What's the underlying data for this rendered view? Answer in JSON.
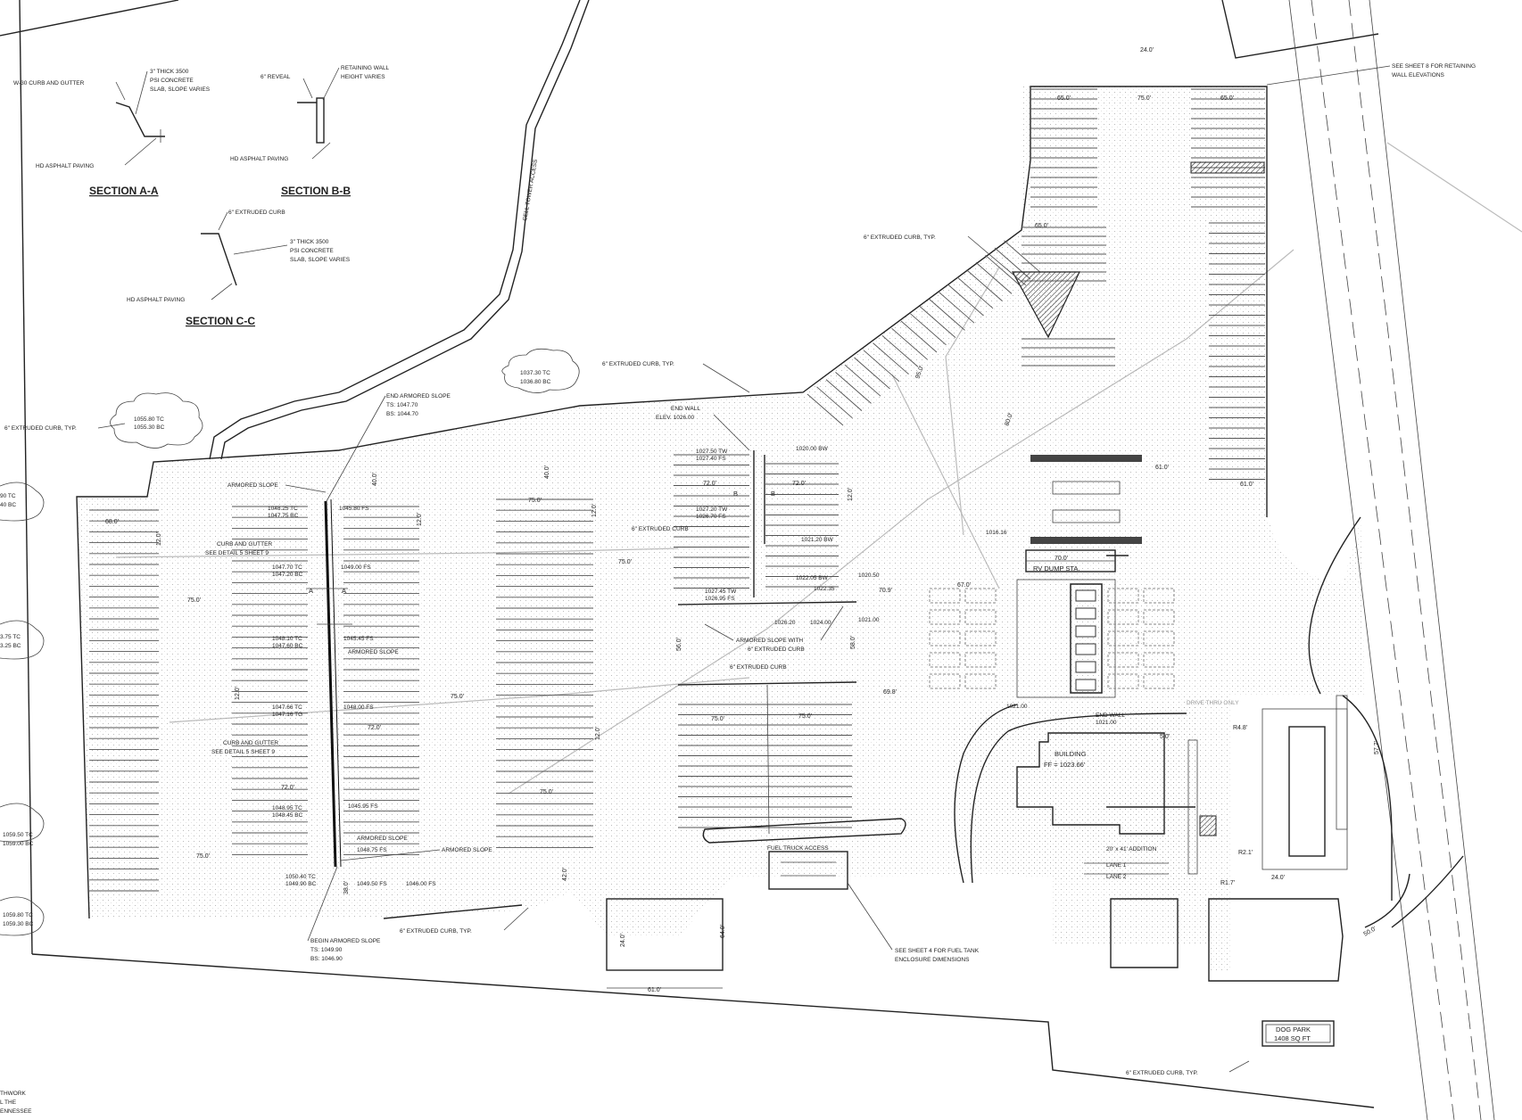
{
  "sections": {
    "aa": {
      "title": "SECTION A-A",
      "curb": "W-30 CURB AND GUTTER",
      "slab_1": "3\" THICK 3500",
      "slab_2": "PSI CONCRETE",
      "slab_3": "SLAB, SLOPE VARIES",
      "paving": "HD ASPHALT PAVING"
    },
    "bb": {
      "title": "SECTION B-B",
      "reveal": "6\" REVEAL",
      "wall_1": "RETAINING WALL",
      "wall_2": "HEIGHT VARIES",
      "paving": "HD ASPHALT PAVING"
    },
    "cc": {
      "title": "SECTION C-C",
      "curb": "6\" EXTRUDED CURB",
      "slab_1": "3\" THICK 3500",
      "slab_2": "PSI CONCRETE",
      "slab_3": "SLAB, SLOPE VARIES",
      "paving": "HD ASPHALT PAVING"
    }
  },
  "labels": {
    "cell_tower": "CELL TOWER ACCESS",
    "sheet8_1": "SEE SHEET 8 FOR RETAINING",
    "sheet8_2": "WALL ELEVATIONS",
    "curb_typ_ne": "6\" EXTRUDED CURB, TYP.",
    "curb_typ_mid": "6\" EXTRUDED CURB, TYP.",
    "curb_typ_w": "6\" EXTRUDED CURB, TYP.",
    "curb_typ_s": "6\" EXTRUDED CURB, TYP.",
    "curb_typ_se": "6\" EXTRUDED CURB, TYP.",
    "end_armored_1": "END ARMORED SLOPE",
    "end_armored_2": "TS: 1047.70",
    "end_armored_3": "BS: 1044.70",
    "armored_slope_1": "ARMORED SLOPE",
    "armored_slope_2": "ARMORED SLOPE",
    "armored_slope_3": "ARMORED SLOPE",
    "armored_slope_4": "ARMORED SLOPE",
    "curb_gutter_1a": "CURB AND GUTTER",
    "curb_gutter_1b": "SEE DETAIL 5 SHEET 9",
    "curb_gutter_2a": "CURB AND GUTTER",
    "curb_gutter_2b": "SEE DETAIL 5 SHEET 9",
    "begin_armored_1": "BEGIN ARMORED SLOPE",
    "begin_armored_2": "TS: 1049.90",
    "begin_armored_3": "BS: 1046.90",
    "end_wall_1": "END WALL",
    "end_wall_2": "ELEV. 1026.00",
    "extruded_curb_c": "6\" EXTRUDED CURB",
    "extruded_curb_d": "6\" EXTRUDED CURB",
    "armored_with_curb_1": "ARMORED SLOPE WITH",
    "armored_with_curb_2": "6\" EXTRUDED CURB",
    "fuel_truck": "FUEL TRUCK ACCESS",
    "fuel_note_1": "SEE SHEET 4 FOR FUEL TANK",
    "fuel_note_2": "ENCLOSURE DIMENSIONS",
    "rv_dump": "RV DUMP STA.",
    "building_1": "BUILDING",
    "building_2": "FF = 1023.66'",
    "addition": "20' x 41' ADDITION",
    "lane_1": "LANE 1",
    "lane_2": "LANE 2",
    "drive_thru": "DRIVE THRU ONLY",
    "dog_park_1": "DOG PARK",
    "dog_park_2": "1408 SQ FT",
    "corner_1": "THWORK",
    "corner_2": "L THE",
    "corner_3": "ENNESSEE"
  },
  "elevations": {
    "cloud_w1_tc": "1055.80 TC",
    "cloud_w1_bc": "1055.30 BC",
    "cloud_mid_tc": "1037.30 TC",
    "cloud_mid_bc": "1036.80 BC",
    "cloud_edge1_tc": "90 TC",
    "cloud_edge1_bc": "40 BC",
    "cloud_edge2_tc": "3.75 TC",
    "cloud_edge2_bc": "3.25 BC",
    "cloud_sw1_tc": "1059.50 TC",
    "cloud_sw1_bc": "1059.00 BC",
    "cloud_sw2_tc": "1059.80 TC",
    "cloud_sw2_bc": "1059.30 BC",
    "spot_1": "1048.25 TC",
    "spot_2": "1047.75 BC",
    "spot_3": "1045.80 FS",
    "spot_4": "1047.70 TC",
    "spot_5": "1047.20 BC",
    "spot_6": "1049.00 FS",
    "spot_7": "1048.10 TC",
    "spot_8": "1047.60 BC",
    "spot_9": "1045.45 FS",
    "spot_10": "1047.66 TC",
    "spot_11": "1047.16 TG",
    "spot_12": "1048.00 FS",
    "spot_13": "1048.95 TC",
    "spot_14": "1048.45 BC",
    "spot_15": "1045.95 FS",
    "spot_16": "1048.75 FS",
    "spot_17": "1050.40 TC",
    "spot_18": "1049.90 BC",
    "spot_19": "1049.50 FS",
    "spot_20": "1046.00 FS",
    "ew_1": "1027.50 TW",
    "ew_2": "1027.40 FS",
    "ew_3": "1020.00 BW",
    "ew_4": "1027.20 TW",
    "ew_5": "1026.70 FS",
    "ew_6": "1021.20 BW",
    "ew_7": "1022.05 BW",
    "ew_8": "1027.45 TW",
    "ew_9": "1026.95 FS",
    "ew_10": "1022.35",
    "ew_11": "1020.50",
    "ew_12": "1026.20",
    "ew_13": "1024.00",
    "ew_14": "1021.00",
    "rv_elev": "1016.16",
    "bldg_elev_1": "1021.00",
    "bldg_elev_2": "1021.00",
    "end_wall_sm": "END WALL"
  },
  "dims": {
    "d75_w": "75.0'",
    "d75_mid": "75.0'",
    "d75_a": "75.0'",
    "d75_b": "75.0'",
    "d75_c": "75.0'",
    "d75_d": "75.0'",
    "d75_e": "75.0'",
    "d75_f": "75.0'",
    "d75_top": "75.0'",
    "d72_a": "72.0'",
    "d72_b": "72.0'",
    "d72_c": "72.0'",
    "d72_d": "72.0'",
    "d68": "68.0'",
    "d65_a": "65.0'",
    "d65_b": "65.0'",
    "d65_c": "65.0'",
    "d61_a": "61.0'",
    "d61_b": "61.0'",
    "d61_c": "61.0'",
    "d69": "69.8'",
    "d70_a": "70.9'",
    "d70_b": "70.0'",
    "d67": "67.0'",
    "d40_a": "40.0'",
    "d40_b": "40.0'",
    "d42": "42.0'",
    "d38": "38.0'",
    "d12_a": "12.0'",
    "d12_b": "12.0'",
    "d12_c": "12.0'",
    "d12_d": "12.0'",
    "d12_e": "12.0'",
    "d12_f": "12.0'",
    "d24_a": "24.0'",
    "d24_b": "24.0'",
    "d24_c": "24.0'",
    "d64": "64.0'",
    "d56": "56.0'",
    "d58": "58.0'",
    "d57": "57.7'",
    "d95": "95.0'",
    "d80": "80.0'",
    "r48": "R4.8'",
    "r21": "R2.1'",
    "r17": "R1.7'",
    "d5": "5.0'",
    "d50": "50.0'"
  },
  "section_marks": {
    "a": "A",
    "b": "B"
  }
}
